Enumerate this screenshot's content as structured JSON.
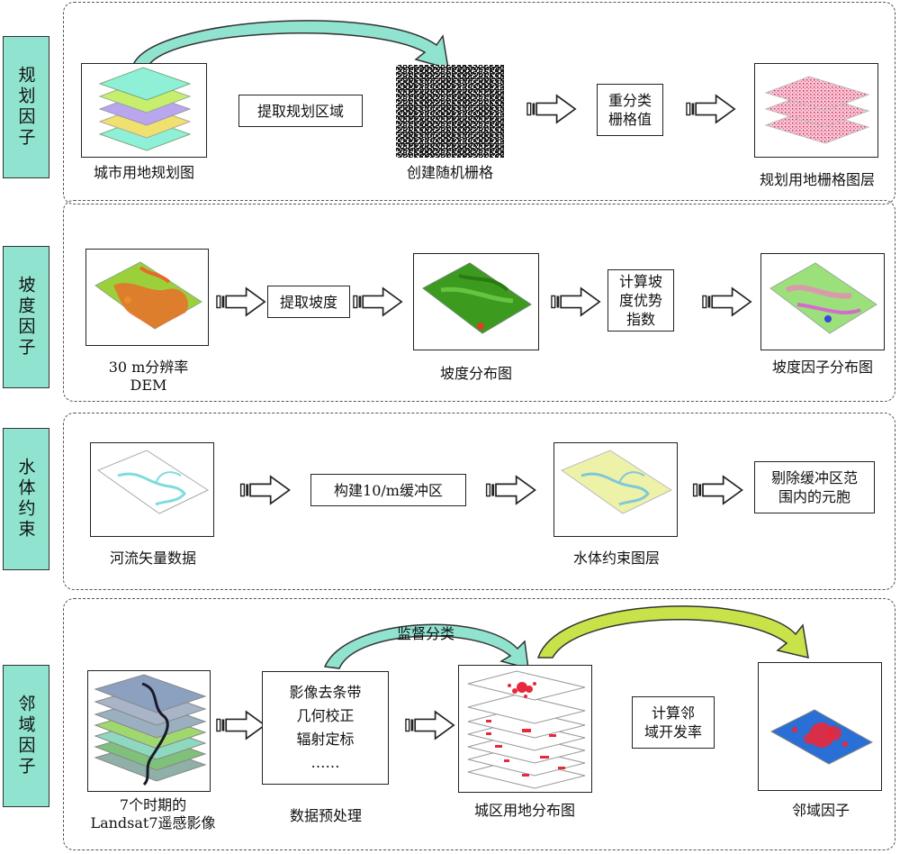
{
  "colors": {
    "side_label_bg": "#8fe3cf",
    "curve_arrow_cyan": "#8fe3cf",
    "curve_arrow_yellow": "#c8e24a",
    "urban_red": "#e8283b",
    "river_cyan": "#7fdcdc",
    "dem_orange": "#e8702a",
    "slope_green": "#3c9a1e",
    "neighborhood_blue": "#2a6fd6"
  },
  "sections": {
    "planning": {
      "label": "规划因子",
      "source_caption": "城市用地规划图",
      "step1": "提取规划区域",
      "random_caption": "创建随机栅格",
      "step2": "重分类\n栅格值",
      "result_caption": "规划用地栅格图层"
    },
    "slope": {
      "label": "坡度因子",
      "dem_caption": "30 m分辨率\nDEM",
      "step1": "提取坡度",
      "slope_caption": "坡度分布图",
      "step2": "计算坡\n度优势\n指数",
      "result_caption": "坡度因子分布图"
    },
    "water": {
      "label": "水体约束",
      "source_caption": "河流矢量数据",
      "step1": "构建10/m缓冲区",
      "layer_caption": "水体约束图层",
      "step2": "剔除缓冲区范\n围内的元胞"
    },
    "neighborhood": {
      "label": "邻域因子",
      "source_caption": "7个时期的\nLandsat7遥感影像",
      "preprocess_text": "影像去条带\n几何校正\n辐射定标\n……",
      "preprocess_caption": "数据预处理",
      "classify_label": "监督分类",
      "urban_caption": "城区用地分布图",
      "step": "计算邻\n域开发率",
      "result_caption": "邻域因子"
    }
  }
}
